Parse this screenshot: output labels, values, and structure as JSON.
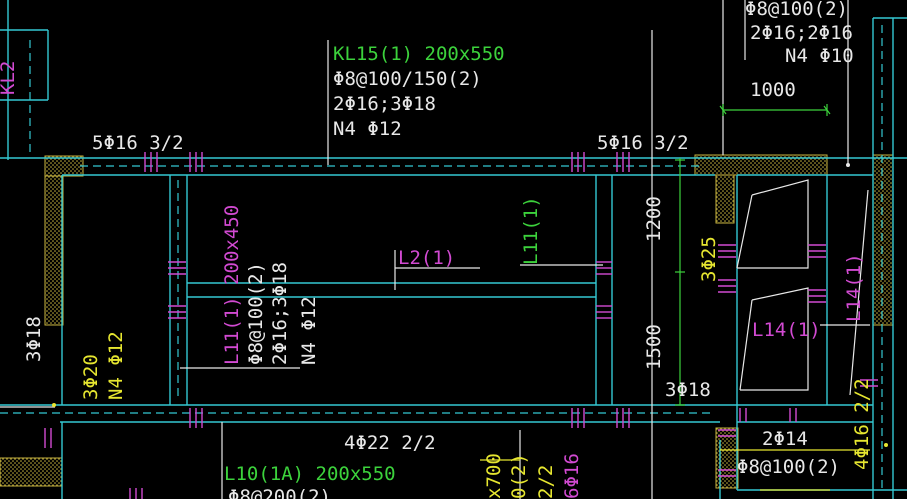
{
  "labels": {
    "top_right_1": "Φ8@100(2)",
    "top_right_2": "2Φ16;2Φ16",
    "top_right_3": "N4 Φ10",
    "dim_1000": "1000",
    "kl15_name": "KL15(1) 200x550",
    "kl15_stirrup": "Φ8@100/150(2)",
    "kl15_bars": "2Φ16;3Φ18",
    "kl15_waist": "N4 Φ12",
    "top_bars_left": "5Φ16 3/2",
    "top_bars_right": "5Φ16 3/2",
    "l11_name": "L11(1) 200x450",
    "l11_stirrup": "Φ8@100(2)",
    "l11_bars": "2Φ16;3Φ18",
    "l11_waist": "N4 Φ12",
    "l2": "L2(1)",
    "l11_right": "L11(1)",
    "dim_1200": "1200",
    "dim_1500": "1500",
    "bars_3f25": "3Φ25",
    "bars_3f18_right": "3Φ18",
    "l14_mid": "L14(1)",
    "l14_right": "L14(1)",
    "bars_3f18_left": "3Φ18",
    "bars_3f20": "3Φ20",
    "waist_left": "N4 Φ12",
    "bottom_4f22": "4Φ22 2/2",
    "l10_name": "L10(1A) 200x550",
    "l10_stirrup": "Φ8@200(2)",
    "bottom_2f14": "2Φ14",
    "bottom_stirrup_right": "Φ8@100(2)",
    "right_4f16": "4Φ16 2/2",
    "left_edge": "KL2",
    "bottom_frag_1": "x700",
    "bottom_frag_2": "0(2)",
    "bottom_frag_3": "2/2",
    "bottom_frag_4": "6Φ16"
  },
  "colors": {
    "background": "#000000",
    "beam_outline": "#34c8d2",
    "text_white": "#e8e8e8",
    "text_green": "#3cd23c",
    "text_magenta": "#d24ad2",
    "text_yellow": "#e6e630",
    "column_hatch": "#c8b440"
  }
}
